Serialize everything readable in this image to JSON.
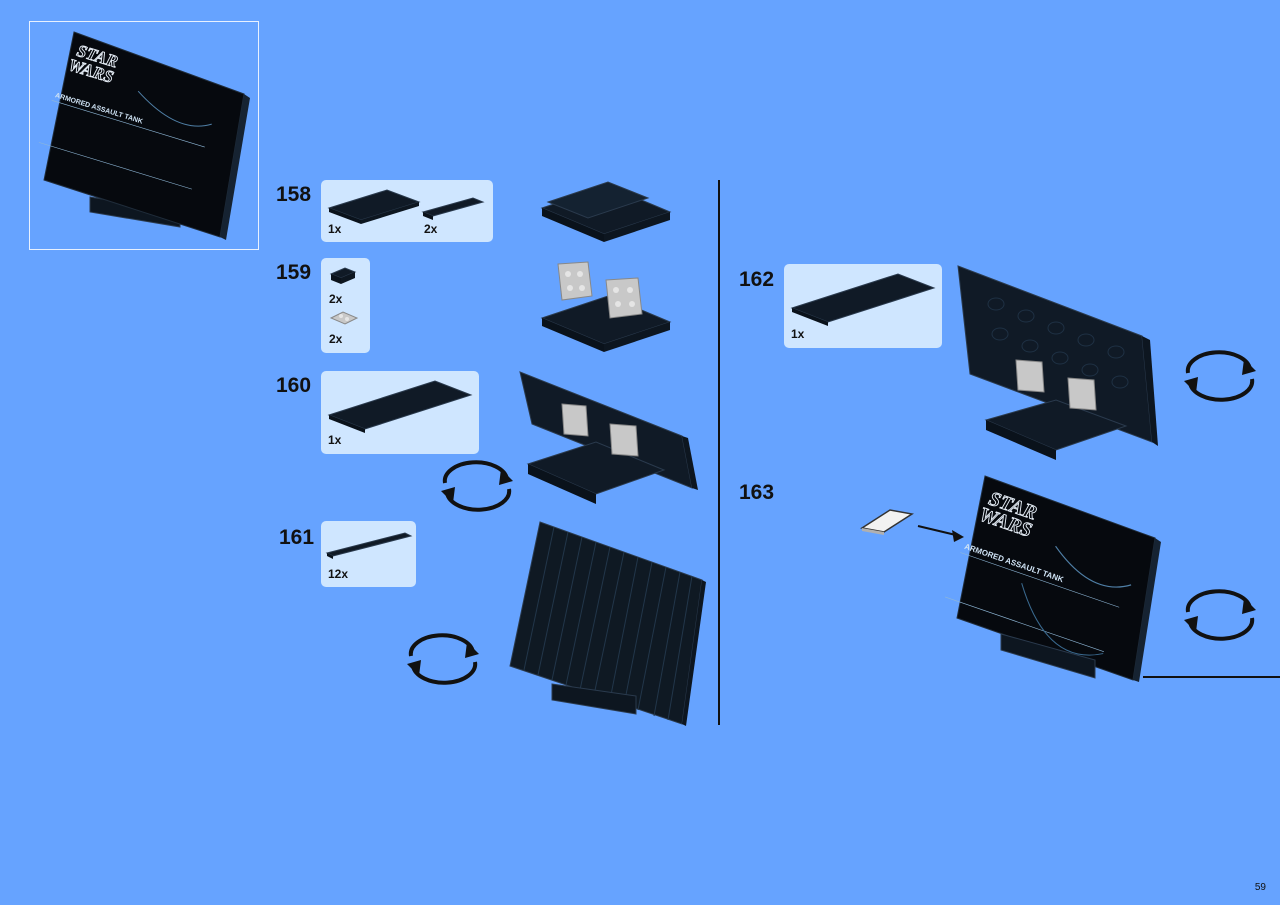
{
  "page": {
    "number": "59",
    "background": "#66a3ff"
  },
  "plaque": {
    "logo_line1": "STAR",
    "logo_line2": "WARS",
    "title": "ARMORED ASSAULT TANK"
  },
  "steps": [
    {
      "number": "158",
      "parts": [
        {
          "qty": "1x",
          "part": "plate-4x6-black"
        },
        {
          "qty": "2x",
          "part": "plate-1x6-black"
        }
      ]
    },
    {
      "number": "159",
      "parts": [
        {
          "qty": "2x",
          "part": "bracket-black"
        },
        {
          "qty": "2x",
          "part": "plate-2x2-light-gray"
        }
      ]
    },
    {
      "number": "160",
      "parts": [
        {
          "qty": "1x",
          "part": "plate-6x10-black"
        }
      ]
    },
    {
      "number": "161",
      "parts": [
        {
          "qty": "12x",
          "part": "tile-1x8-black"
        }
      ]
    },
    {
      "number": "162",
      "parts": [
        {
          "qty": "1x",
          "part": "plate-6x10-black"
        }
      ]
    },
    {
      "number": "163",
      "parts": []
    }
  ],
  "colors": {
    "brick": "#101a26",
    "brick_edge": "#2a3a4d",
    "parts_box": "#cfe6ff",
    "gray_part": "#c8c8c8",
    "plaque_text": "#cfe3f5"
  }
}
